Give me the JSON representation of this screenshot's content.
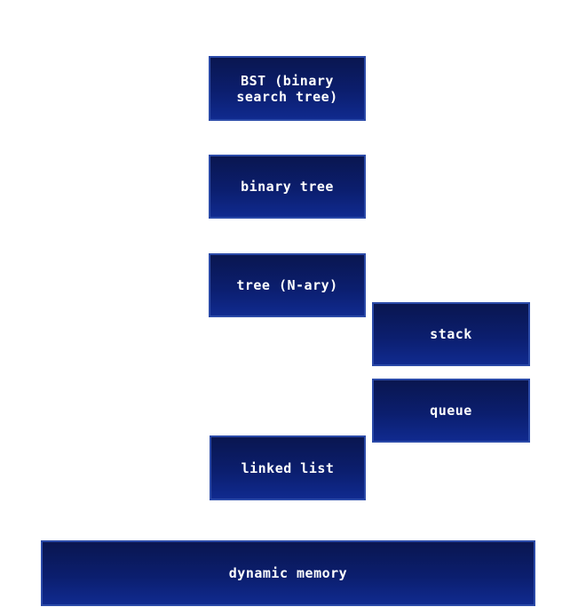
{
  "diagram": {
    "nodes": {
      "bst": "BST (binary\nsearch tree)",
      "binary_tree": "binary tree",
      "tree_nary": "tree (N-ary)",
      "stack": "stack",
      "queue": "queue",
      "linked_list": "linked list",
      "dynamic_memory": "dynamic memory"
    }
  }
}
